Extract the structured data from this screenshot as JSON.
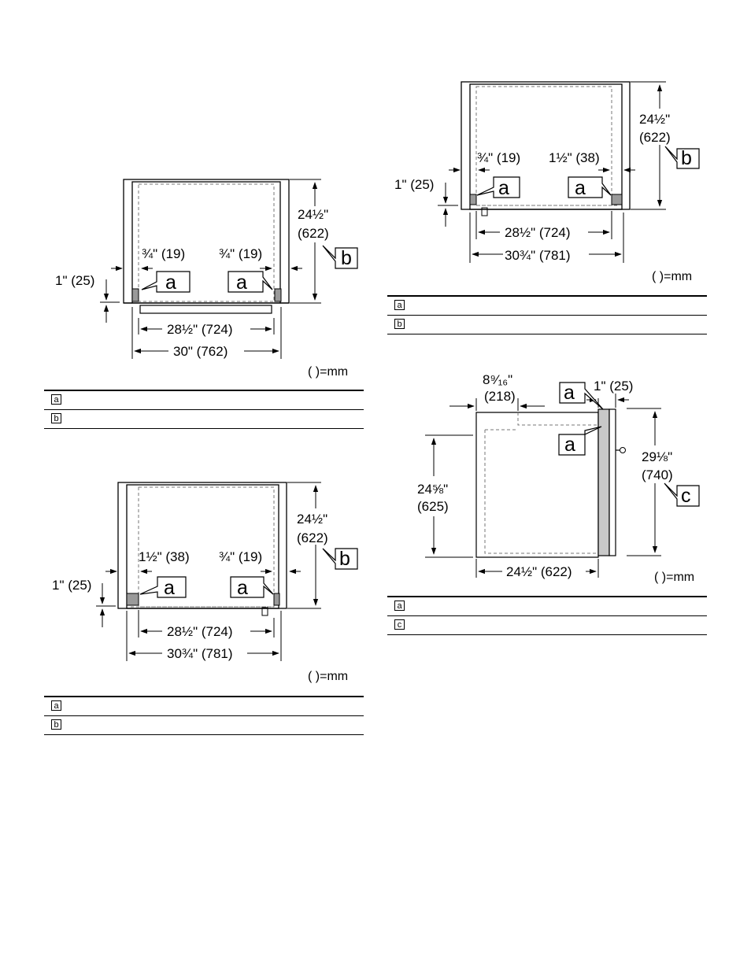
{
  "diagram_1": {
    "dim_depth_in": "24½\"",
    "dim_depth_mm": "(622)",
    "dim_left_gap": "¾\" (19)",
    "dim_right_gap": "¾\" (19)",
    "dim_height": "1\" (25)",
    "dim_inner_width": "28½\" (724)",
    "dim_outer_width": "30\" (762)",
    "callout_a": "a",
    "callout_b": "b",
    "unit_note": "( )=mm",
    "legend": [
      {
        "key": "a",
        "text": ""
      },
      {
        "key": "b",
        "text": ""
      }
    ]
  },
  "diagram_2": {
    "dim_depth_in": "24½\"",
    "dim_depth_mm": "(622)",
    "dim_left_gap": "1½\" (38)",
    "dim_right_gap": "¾\" (19)",
    "dim_height": "1\" (25)",
    "dim_inner_width": "28½\" (724)",
    "dim_outer_width": "30¾\" (781)",
    "callout_a": "a",
    "callout_b": "b",
    "unit_note": "( )=mm",
    "legend": [
      {
        "key": "a",
        "text": ""
      },
      {
        "key": "b",
        "text": ""
      }
    ]
  },
  "diagram_3": {
    "dim_depth_in": "24½\"",
    "dim_depth_mm": "(622)",
    "dim_left_gap": "¾\" (19)",
    "dim_right_gap": "1½\" (38)",
    "dim_height": "1\" (25)",
    "dim_inner_width": "28½\" (724)",
    "dim_outer_width": "30¾\" (781)",
    "callout_a": "a",
    "callout_b": "b",
    "unit_note": "( )=mm",
    "legend": [
      {
        "key": "a",
        "text": ""
      },
      {
        "key": "b",
        "text": ""
      }
    ]
  },
  "diagram_4": {
    "dim_top_offset_in": "8⁹⁄₁₆\"",
    "dim_top_offset_mm": "(218)",
    "dim_door_thickness": "1\" (25)",
    "dim_height_in": "29⅛\"",
    "dim_height_mm": "(740)",
    "dim_left_height_in": "24⅝\"",
    "dim_left_height_mm": "(625)",
    "dim_depth": "24½\" (622)",
    "callout_a": "a",
    "callout_c": "c",
    "unit_note": "( )=mm",
    "legend": [
      {
        "key": "a",
        "text": ""
      },
      {
        "key": "c",
        "text": ""
      }
    ]
  }
}
